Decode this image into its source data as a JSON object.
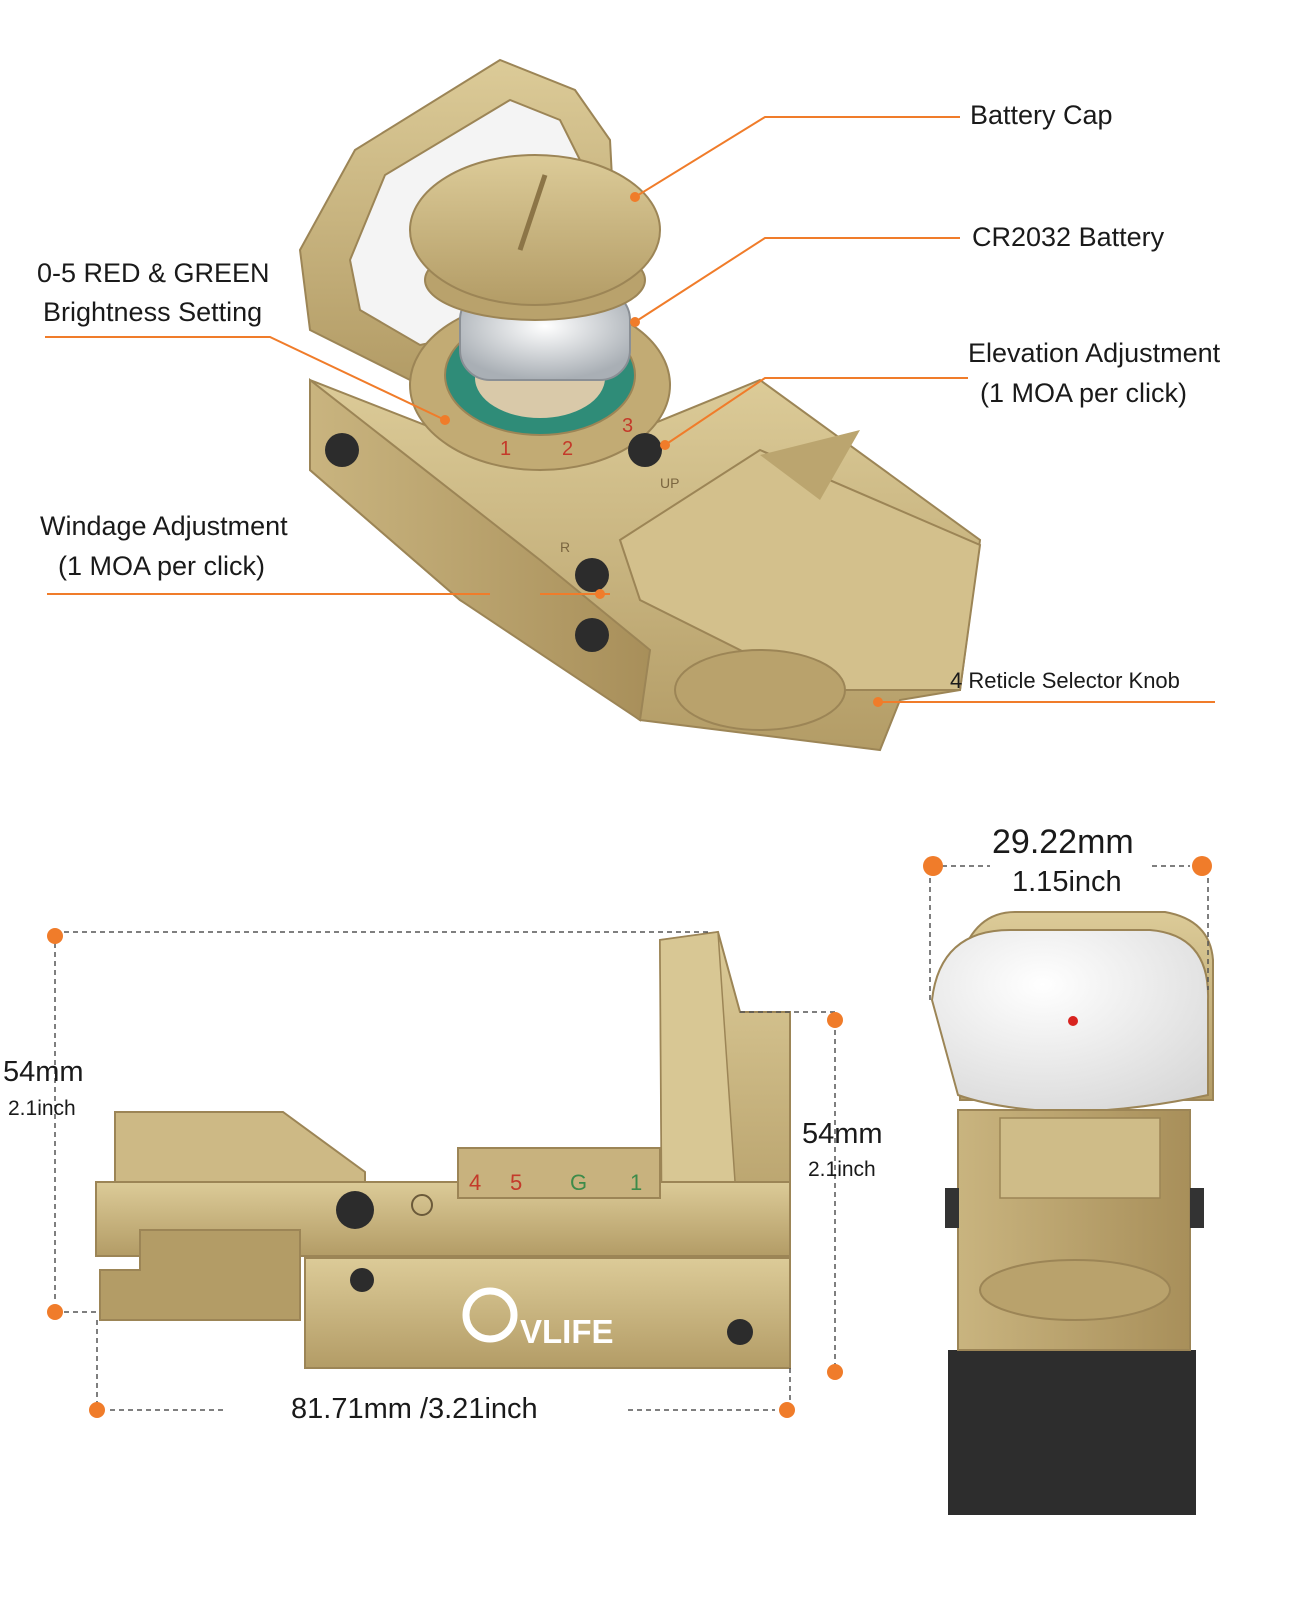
{
  "colors": {
    "accent": "#f07c2a",
    "tan": "#c8b27e",
    "tan_dark": "#9c8556",
    "tan_light": "#e2d3a6"
  },
  "callouts": {
    "battery_cap": "Battery Cap",
    "battery": "CR2032 Battery",
    "brightness_line1": "0-5 RED & GREEN",
    "brightness_line2": "Brightness Setting",
    "elevation_line1": "Elevation Adjustment",
    "elevation_line2": "(1 MOA per click)",
    "windage_line1": "Windage Adjustment",
    "windage_line2": "(1 MOA per click)",
    "reticle_knob": "4 Reticle Selector Knob"
  },
  "dimensions": {
    "left_height_mm": "54mm",
    "left_height_in": "2.1inch",
    "right_height_mm": "54mm",
    "right_height_in": "2.1inch",
    "length": "81.71mm /3.21inch",
    "width_mm": "29.22mm",
    "width_in": "1.15inch"
  },
  "product": {
    "brand": "VLIFE",
    "dial_marks": [
      "1",
      "2",
      "3"
    ],
    "side_dial_marks": [
      "4",
      "5",
      "G",
      "1"
    ],
    "elevation_mark": "UP",
    "windage_mark": "R"
  }
}
